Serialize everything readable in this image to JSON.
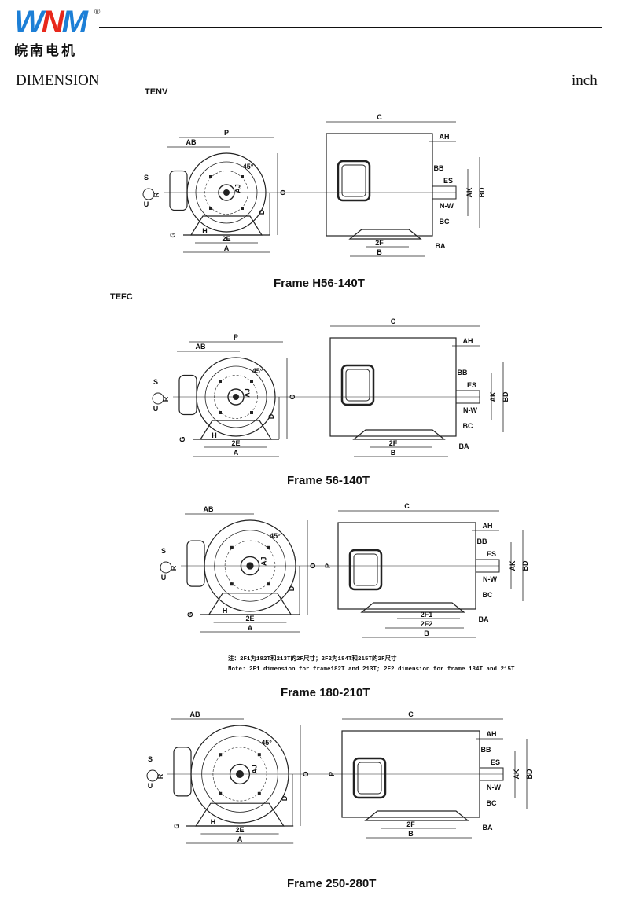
{
  "header": {
    "logo_letters": [
      "W",
      "N",
      "M"
    ],
    "logo_registered": "®",
    "logo_chinese": "皖南电机",
    "title": "DIMENSION",
    "unit": "inch"
  },
  "drawings": [
    {
      "type_label": "TENV",
      "caption": "Frame  H56-140T",
      "front_labels": [
        "P",
        "AB",
        "45°",
        "AJ",
        "S",
        "U",
        "R",
        "O",
        "D",
        "G",
        "H",
        "2E",
        "A"
      ],
      "side_labels": [
        "C",
        "AH",
        "BB",
        "ES",
        "AK",
        "BD",
        "N-W",
        "BC",
        "2F",
        "B",
        "BA"
      ]
    },
    {
      "type_label": "TEFC",
      "caption": "Frame   56-140T",
      "front_labels": [
        "P",
        "AB",
        "45°",
        "AJ",
        "S",
        "U",
        "R",
        "O",
        "D",
        "G",
        "H",
        "2E",
        "A"
      ],
      "side_labels": [
        "C",
        "AH",
        "BB",
        "ES",
        "AK",
        "BD",
        "N-W",
        "BC",
        "2F",
        "B",
        "BA"
      ]
    },
    {
      "caption": "Frame  180-210T",
      "front_labels": [
        "AB",
        "45°",
        "AJ",
        "S",
        "U",
        "R",
        "O",
        "D",
        "G",
        "H",
        "2E",
        "A"
      ],
      "side_labels": [
        "C",
        "P",
        "AH",
        "BB",
        "ES",
        "AK",
        "BD",
        "N-W",
        "BC",
        "2F1",
        "2F2",
        "B",
        "BA"
      ],
      "note_cn": "注：2F1为182T和213T的2F尺寸；2F2为184T和215T的2F尺寸",
      "note_en": "Note: 2F1 dimension for frame182T and 213T; 2F2 dimension for frame 184T and 215T"
    },
    {
      "caption": "Frame  250-280T",
      "front_labels": [
        "AB",
        "45°",
        "AJ",
        "S",
        "U",
        "R",
        "O",
        "D",
        "G",
        "H",
        "2E",
        "A"
      ],
      "side_labels": [
        "C",
        "P",
        "AH",
        "BB",
        "ES",
        "AK",
        "BD",
        "N-W",
        "BC",
        "2F",
        "B",
        "BA"
      ]
    }
  ]
}
